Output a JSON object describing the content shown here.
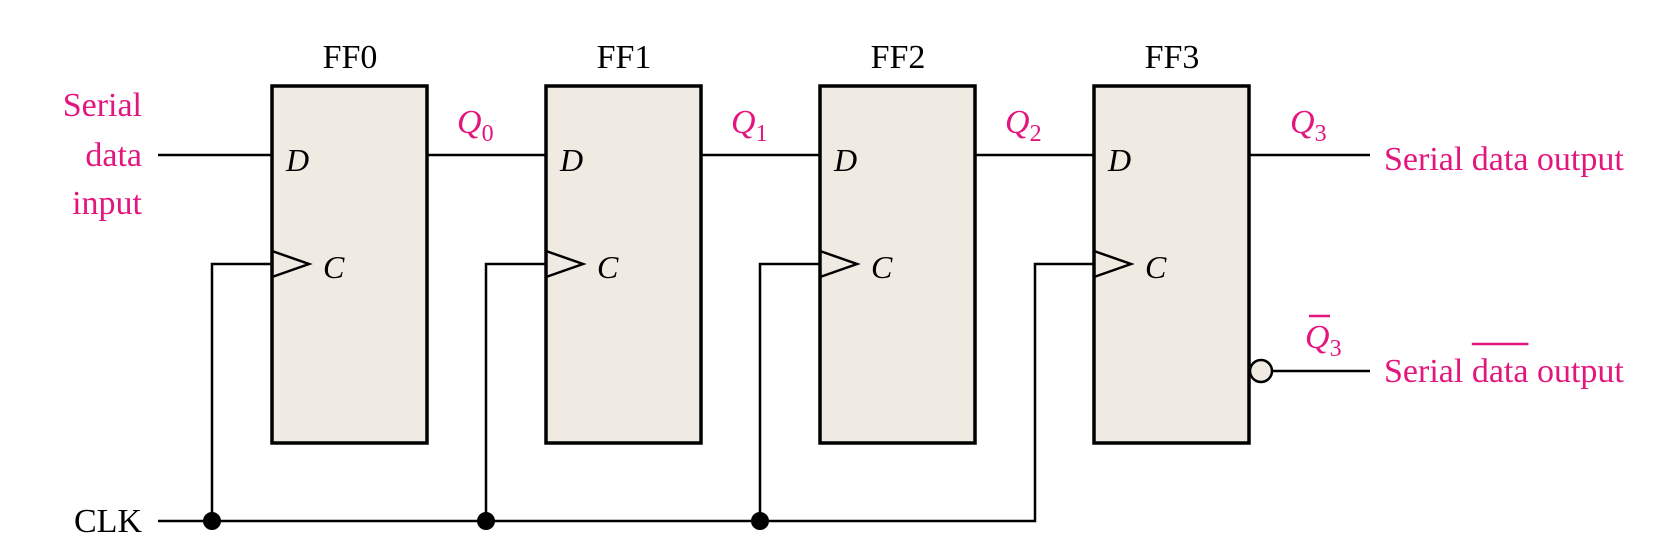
{
  "flip_flops": [
    {
      "name": "FF0",
      "d_pin": "D",
      "c_pin": "C",
      "output": {
        "base": "Q",
        "sub": "0"
      }
    },
    {
      "name": "FF1",
      "d_pin": "D",
      "c_pin": "C",
      "output": {
        "base": "Q",
        "sub": "1"
      }
    },
    {
      "name": "FF2",
      "d_pin": "D",
      "c_pin": "C",
      "output": {
        "base": "Q",
        "sub": "2"
      }
    },
    {
      "name": "FF3",
      "d_pin": "D",
      "c_pin": "C",
      "output": {
        "base": "Q",
        "sub": "3"
      }
    }
  ],
  "input_label": {
    "line1": "Serial",
    "line2": "data",
    "line3": "input"
  },
  "clock_label": "CLK",
  "outputs": {
    "true_output": "Serial data output",
    "complement_signal": {
      "base": "Q",
      "sub": "3"
    },
    "complement_output": {
      "before": "Serial ",
      "overlined": "data",
      "after": " output"
    }
  },
  "colors": {
    "label_accent": "#e3167e",
    "box_fill": "#efebe2",
    "line": "#000000"
  }
}
